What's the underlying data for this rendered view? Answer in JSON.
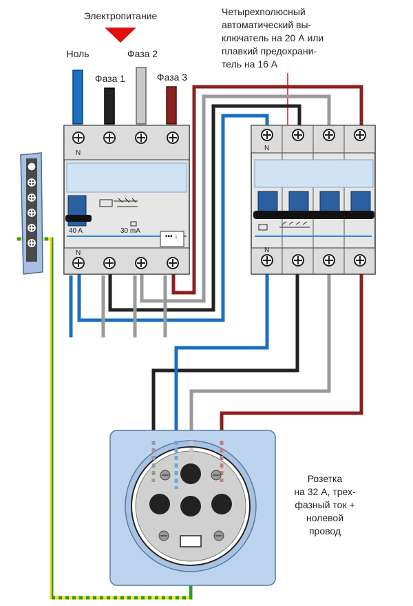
{
  "labels": {
    "power_supply": "Электропитание",
    "neutral": "Ноль",
    "phase1": "Фаза 1",
    "phase2": "Фаза 2",
    "phase3": "Фаза 3",
    "breaker_note": [
      "Четырехполюсный",
      "автоматический вы-",
      "ключатель на 20 А или",
      "плавкий предохрани-",
      "тель на 16 А"
    ],
    "socket_note": [
      "Розетка",
      "на 32 А, трех-",
      "фазный ток +",
      "нолевой",
      "провод"
    ],
    "n_mark": "N",
    "rcd_rating": "40 A",
    "rcd_sensitivity": "30 mA"
  },
  "colors": {
    "neutral": "#1a6fc0",
    "phase1": "#222222",
    "phase2": "#9a9a9a",
    "phase3": "#8b2020",
    "ground_yellow": "#f0e020",
    "ground_green": "#2e9a2e",
    "panel": "#e6e6e6",
    "window": "#cfe3f5",
    "socket_plate": "#bcd3ee",
    "arrow": "#e01010",
    "leader": "#e01010"
  }
}
